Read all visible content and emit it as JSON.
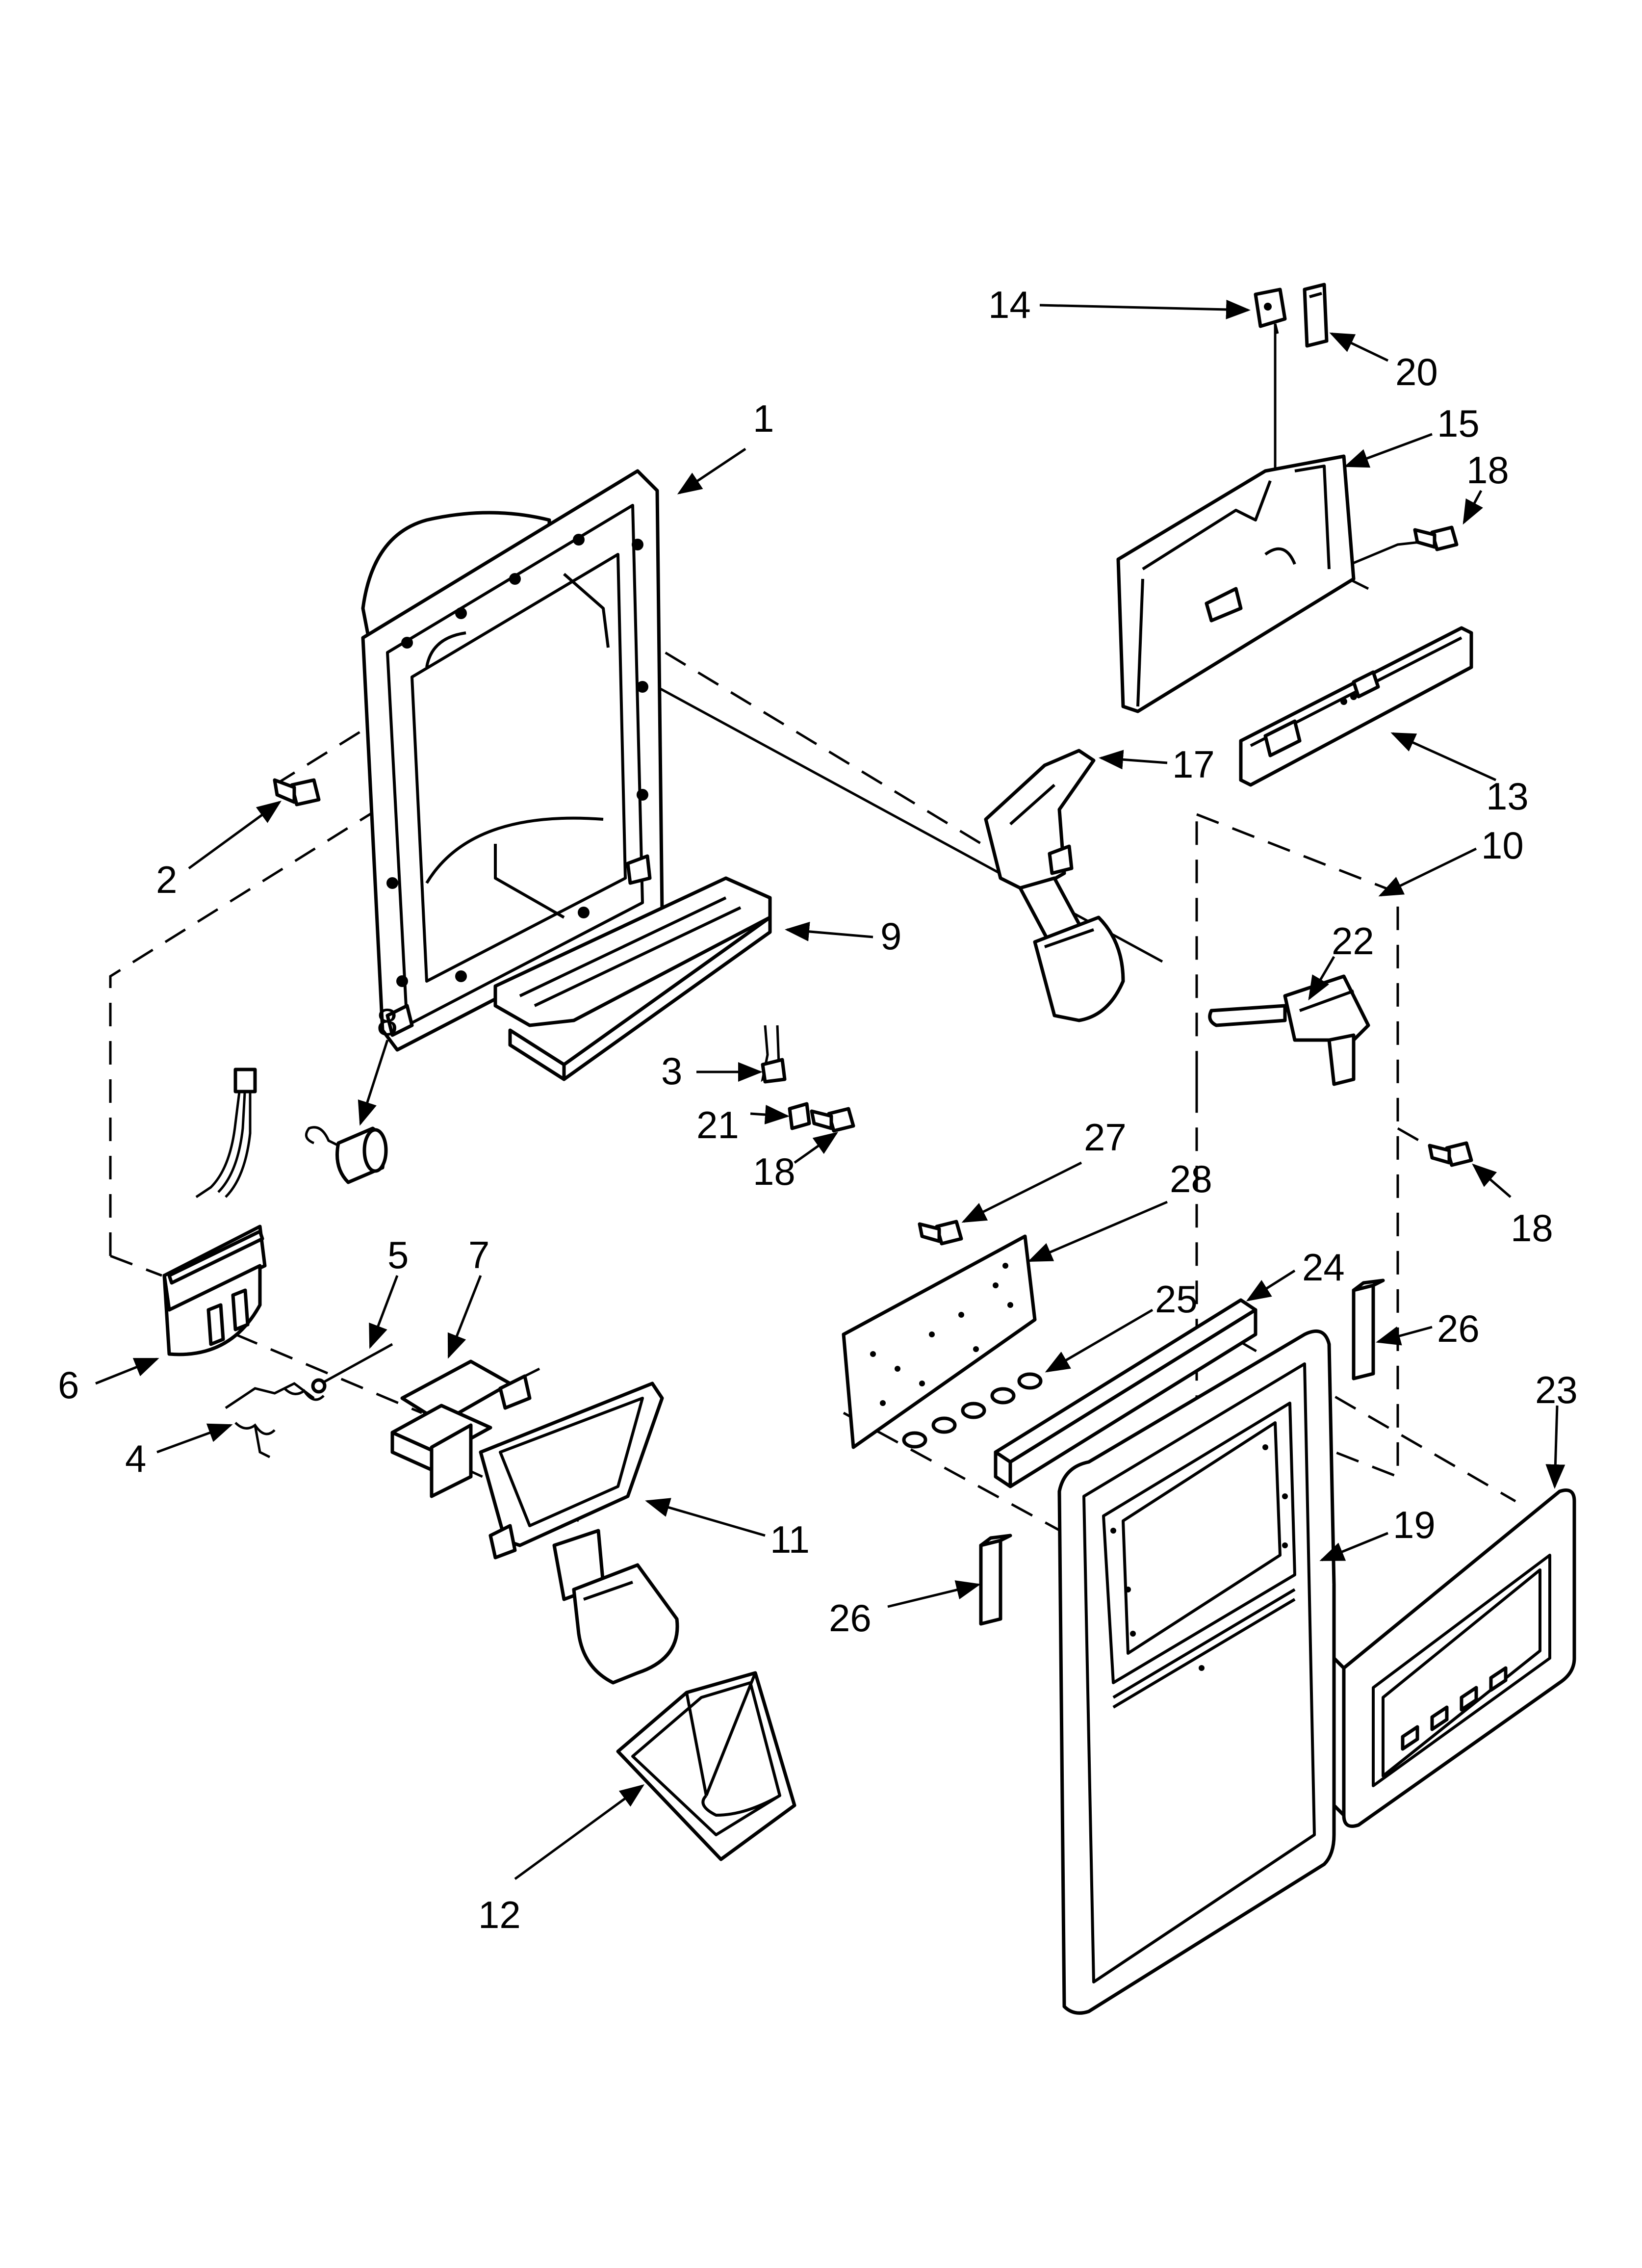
{
  "callouts": [
    {
      "id": "1",
      "label": "1"
    },
    {
      "id": "2",
      "label": "2"
    },
    {
      "id": "3",
      "label": "3"
    },
    {
      "id": "4",
      "label": "4"
    },
    {
      "id": "5",
      "label": "5"
    },
    {
      "id": "6",
      "label": "6"
    },
    {
      "id": "7",
      "label": "7"
    },
    {
      "id": "8",
      "label": "8"
    },
    {
      "id": "9",
      "label": "9"
    },
    {
      "id": "10",
      "label": "10"
    },
    {
      "id": "11",
      "label": "11"
    },
    {
      "id": "12",
      "label": "12"
    },
    {
      "id": "13",
      "label": "13"
    },
    {
      "id": "14",
      "label": "14"
    },
    {
      "id": "15",
      "label": "15"
    },
    {
      "id": "17",
      "label": "17"
    },
    {
      "id": "18a",
      "label": "18"
    },
    {
      "id": "18b",
      "label": "18"
    },
    {
      "id": "18c",
      "label": "18"
    },
    {
      "id": "19",
      "label": "19"
    },
    {
      "id": "20",
      "label": "20"
    },
    {
      "id": "21",
      "label": "21"
    },
    {
      "id": "22",
      "label": "22"
    },
    {
      "id": "23",
      "label": "23"
    },
    {
      "id": "24",
      "label": "24"
    },
    {
      "id": "25",
      "label": "25"
    },
    {
      "id": "26a",
      "label": "26"
    },
    {
      "id": "26b",
      "label": "26"
    },
    {
      "id": "27",
      "label": "27"
    },
    {
      "id": "28",
      "label": "28"
    }
  ]
}
